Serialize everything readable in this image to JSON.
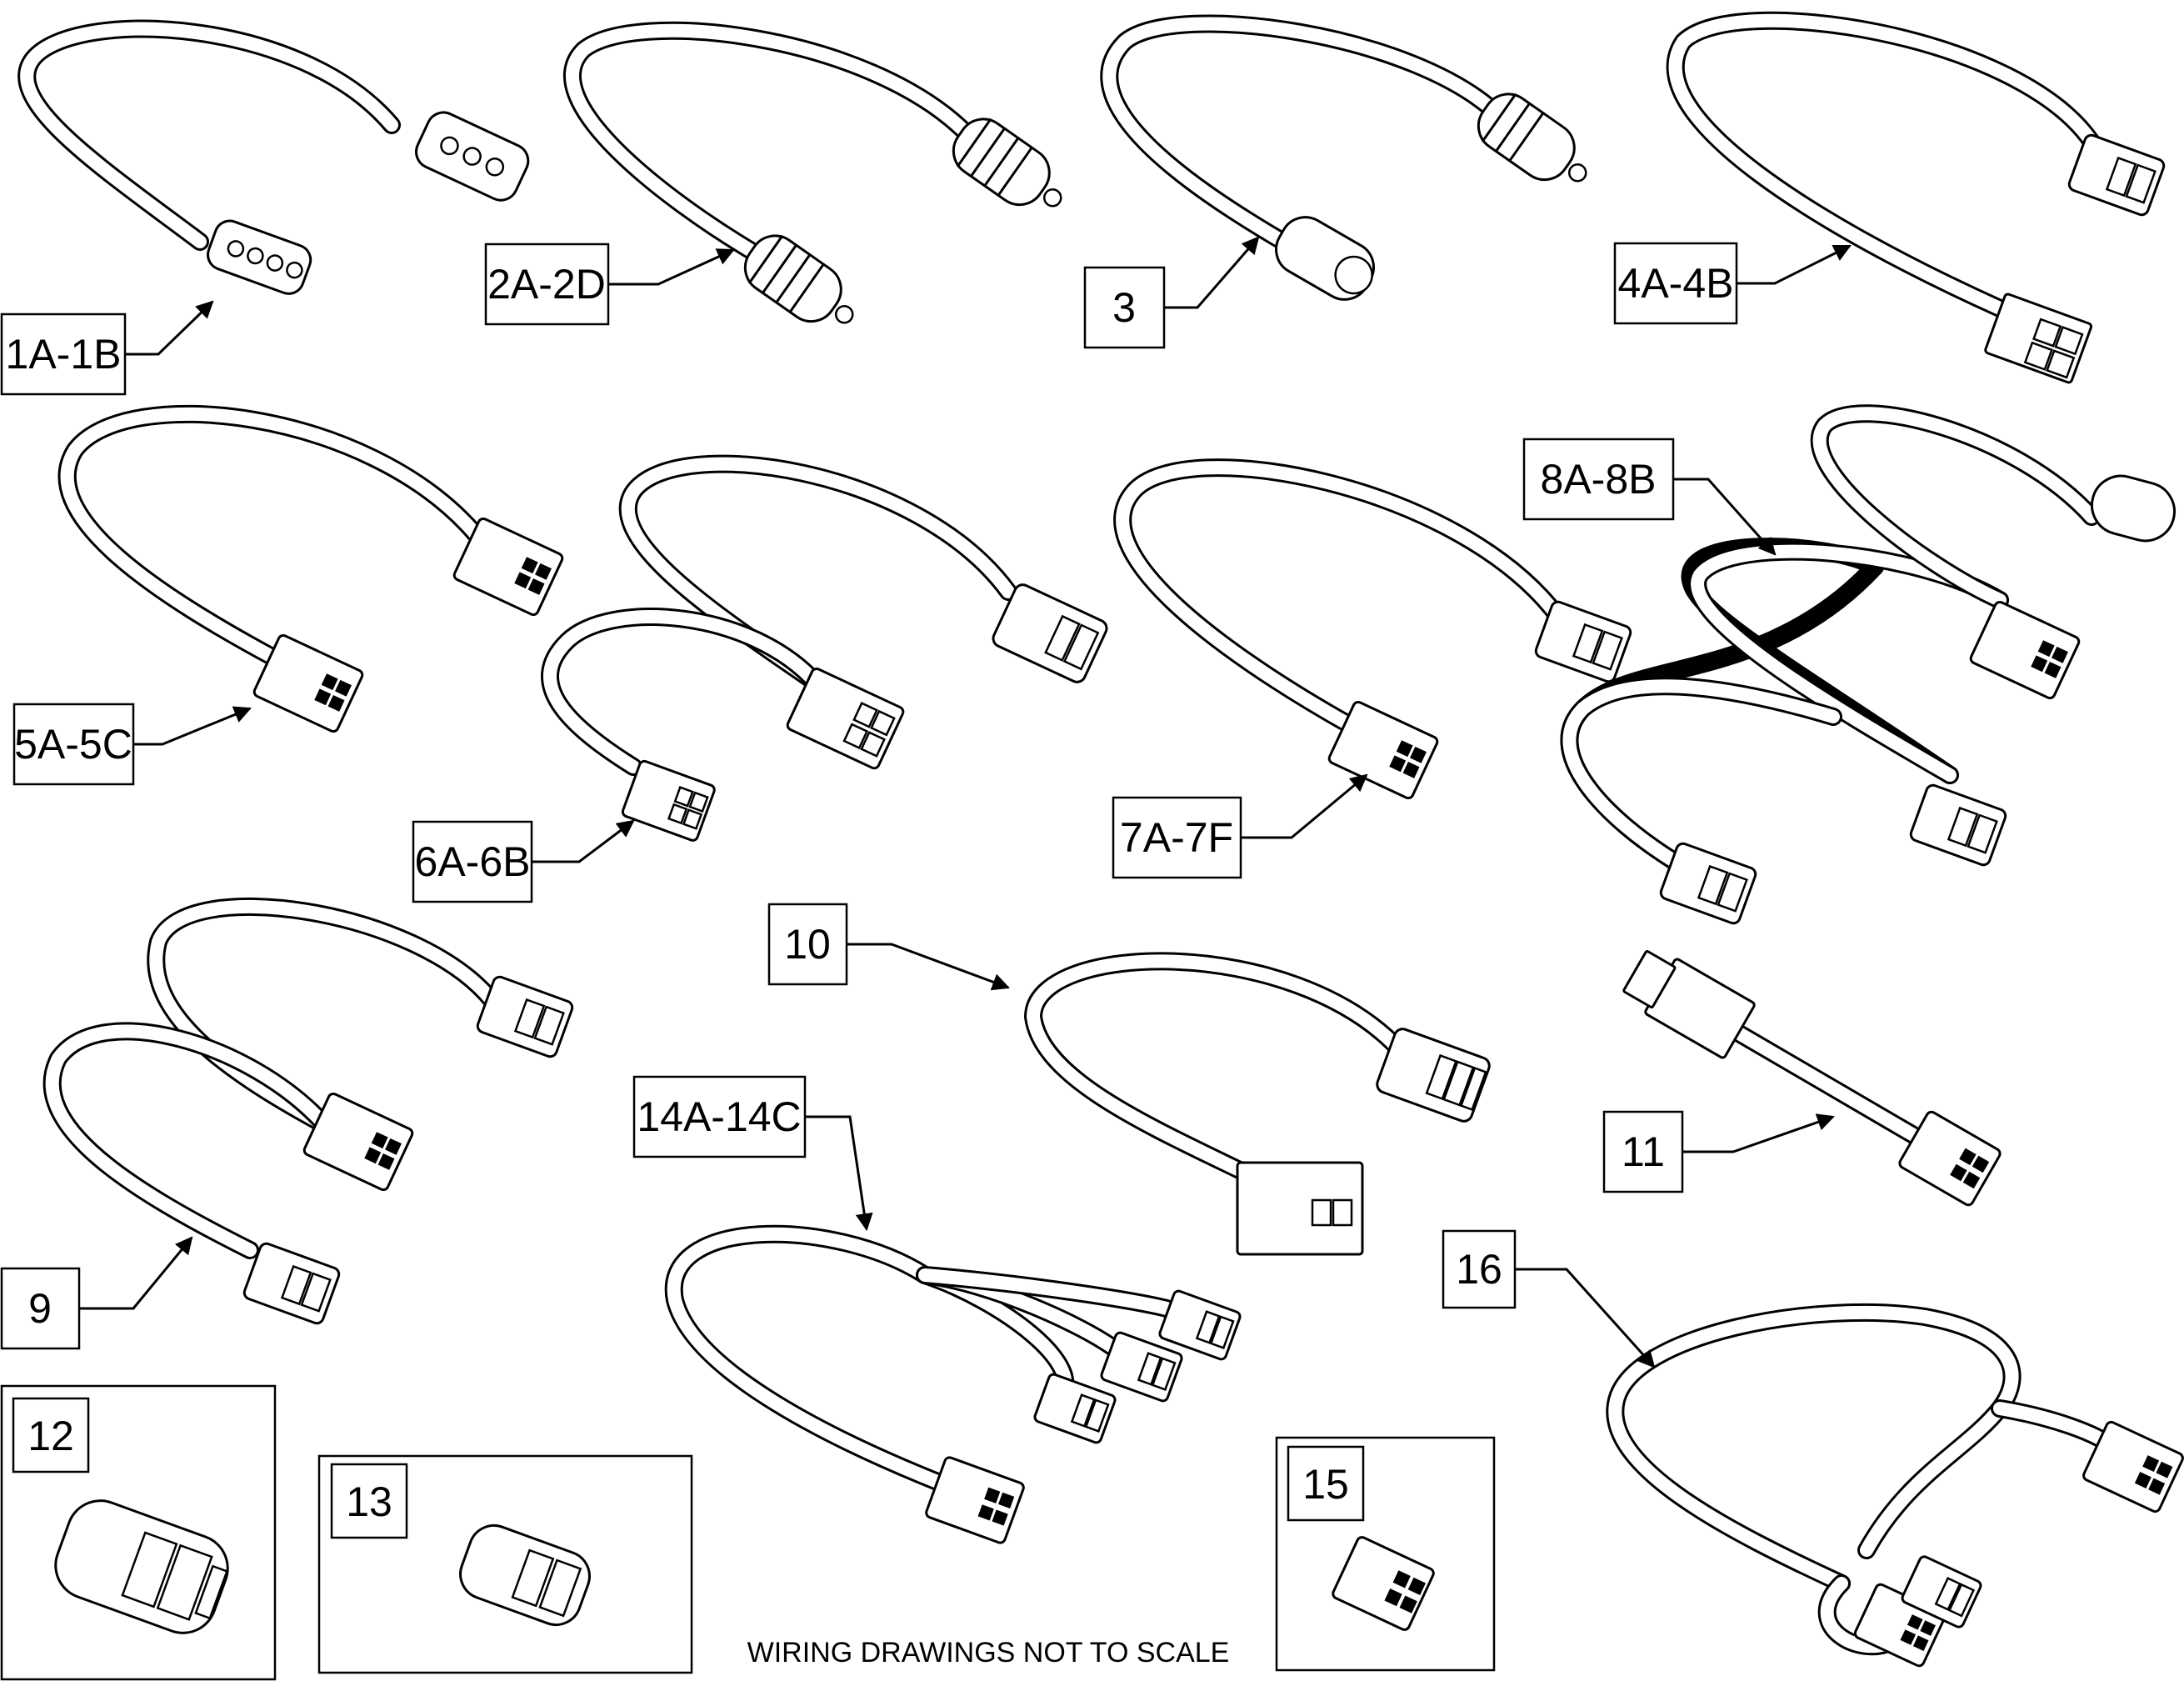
{
  "labels": {
    "l1": "1A-1B",
    "l2": "2A-2D",
    "l3": "3",
    "l4": "4A-4B",
    "l5": "5A-5C",
    "l6": "6A-6B",
    "l7": "7A-7F",
    "l8": "8A-8B",
    "l9": "9",
    "l10": "10",
    "l11": "11",
    "l12": "12",
    "l13": "13",
    "l14": "14A-14C",
    "l15": "15",
    "l16": "16"
  },
  "note": "WIRING DRAWINGS NOT TO SCALE"
}
